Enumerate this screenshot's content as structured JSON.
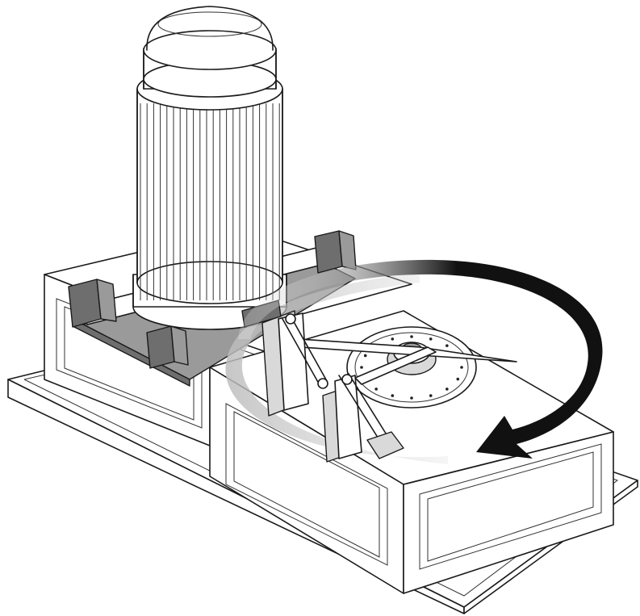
{
  "figure": {
    "parts": [
      "electric-motor",
      "motor-mount-plate",
      "shaft-bearing-blocks",
      "base-frame",
      "rotor-disc",
      "crank-arm",
      "linkage-brackets",
      "rotation-arrow"
    ],
    "colors": {
      "line": "#1a1a1a",
      "body": "#ffffff",
      "shade": "#9a9a9a",
      "dark_shade": "#6e6e6e",
      "arrow": "#111111"
    },
    "rotation": "clockwise"
  }
}
